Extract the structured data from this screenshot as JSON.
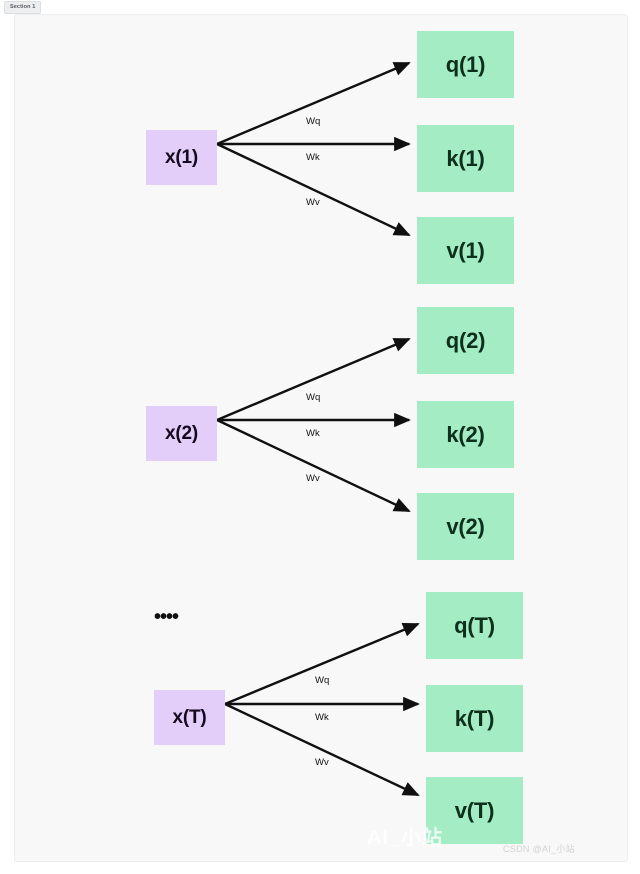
{
  "tab": {
    "label": "Section 1"
  },
  "canvas": {
    "background_color": "#f8f8f8",
    "input_node_color": "#e3cdf9",
    "output_node_color": "#a3ecc4",
    "edge_color": "#101010"
  },
  "groups": [
    {
      "id": "group-1",
      "input": {
        "label": "x(1)"
      },
      "edges": [
        {
          "label": "Wq",
          "target": "q"
        },
        {
          "label": "Wk",
          "target": "k"
        },
        {
          "label": "Wv",
          "target": "v"
        }
      ],
      "outputs": [
        {
          "label": "q(1)"
        },
        {
          "label": "k(1)"
        },
        {
          "label": "v(1)"
        }
      ]
    },
    {
      "id": "group-2",
      "input": {
        "label": "x(2)"
      },
      "edges": [
        {
          "label": "Wq",
          "target": "q"
        },
        {
          "label": "Wk",
          "target": "k"
        },
        {
          "label": "Wv",
          "target": "v"
        }
      ],
      "outputs": [
        {
          "label": "q(2)"
        },
        {
          "label": "k(2)"
        },
        {
          "label": "v(2)"
        }
      ]
    },
    {
      "id": "group-t",
      "ellipsis": "••••",
      "input": {
        "label": "x(T)"
      },
      "edges": [
        {
          "label": "Wq",
          "target": "q"
        },
        {
          "label": "Wk",
          "target": "k"
        },
        {
          "label": "Wv",
          "target": "v"
        }
      ],
      "outputs": [
        {
          "label": "q(T)"
        },
        {
          "label": "k(T)"
        },
        {
          "label": "v(T)"
        }
      ]
    }
  ],
  "watermarks": {
    "faint": "AI_小站",
    "credit": "CSDN @AI_小站"
  }
}
